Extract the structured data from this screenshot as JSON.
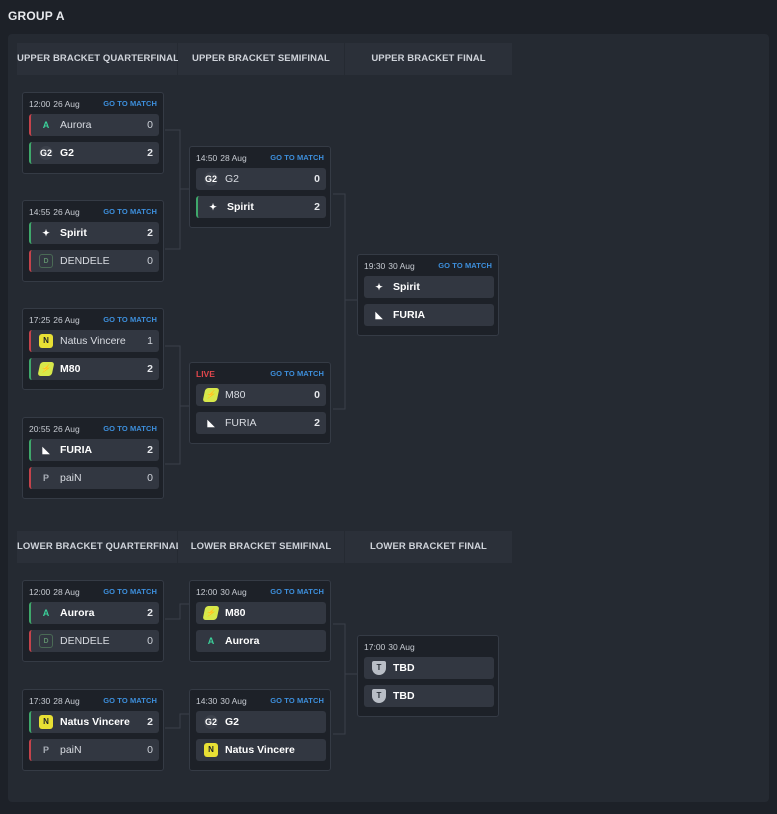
{
  "group_title": "GROUP A",
  "upper": {
    "headers": [
      "UPPER BRACKET QUARTERFINAL",
      "UPPER BRACKET SEMIFINAL",
      "UPPER BRACKET FINAL"
    ],
    "matches": [
      {
        "time": "12:00",
        "date": "26 Aug",
        "link": "GO TO MATCH",
        "t1": {
          "name": "Aurora",
          "score": "0",
          "logo": "A"
        },
        "t2": {
          "name": "G2",
          "score": "2",
          "logo": "G2"
        }
      },
      {
        "time": "14:55",
        "date": "26 Aug",
        "link": "GO TO MATCH",
        "t1": {
          "name": "Spirit",
          "score": "2",
          "logo": "✦"
        },
        "t2": {
          "name": "DENDELE",
          "score": "0",
          "logo": "D"
        }
      },
      {
        "time": "17:25",
        "date": "26 Aug",
        "link": "GO TO MATCH",
        "t1": {
          "name": "Natus Vincere",
          "score": "1",
          "logo": "N"
        },
        "t2": {
          "name": "M80",
          "score": "2",
          "logo": "⚡"
        }
      },
      {
        "time": "20:55",
        "date": "26 Aug",
        "link": "GO TO MATCH",
        "t1": {
          "name": "FURIA",
          "score": "2",
          "logo": "◣"
        },
        "t2": {
          "name": "paiN",
          "score": "0",
          "logo": "P"
        }
      },
      {
        "time": "14:50",
        "date": "28 Aug",
        "link": "GO TO MATCH",
        "t1": {
          "name": "G2",
          "score": "0",
          "logo": "G2"
        },
        "t2": {
          "name": "Spirit",
          "score": "2",
          "logo": "✦"
        }
      },
      {
        "live": "LIVE",
        "link": "GO TO MATCH",
        "t1": {
          "name": "M80",
          "score": "0",
          "logo": "⚡"
        },
        "t2": {
          "name": "FURIA",
          "score": "2",
          "logo": "◣"
        }
      },
      {
        "time": "19:30",
        "date": "30 Aug",
        "link": "GO TO MATCH",
        "t1": {
          "name": "Spirit",
          "score": "",
          "logo": "✦"
        },
        "t2": {
          "name": "FURIA",
          "score": "",
          "logo": "◣"
        }
      }
    ]
  },
  "lower": {
    "headers": [
      "LOWER BRACKET QUARTERFINAL",
      "LOWER BRACKET SEMIFINAL",
      "LOWER BRACKET FINAL"
    ],
    "matches": [
      {
        "time": "12:00",
        "date": "28 Aug",
        "link": "GO TO MATCH",
        "t1": {
          "name": "Aurora",
          "score": "2",
          "logo": "A"
        },
        "t2": {
          "name": "DENDELE",
          "score": "0",
          "logo": "D"
        }
      },
      {
        "time": "17:30",
        "date": "28 Aug",
        "link": "GO TO MATCH",
        "t1": {
          "name": "Natus Vincere",
          "score": "2",
          "logo": "N"
        },
        "t2": {
          "name": "paiN",
          "score": "0",
          "logo": "P"
        }
      },
      {
        "time": "12:00",
        "date": "30 Aug",
        "link": "GO TO MATCH",
        "t1": {
          "name": "M80",
          "score": "",
          "logo": "⚡"
        },
        "t2": {
          "name": "Aurora",
          "score": "",
          "logo": "A"
        }
      },
      {
        "time": "14:30",
        "date": "30 Aug",
        "link": "GO TO MATCH",
        "t1": {
          "name": "G2",
          "score": "",
          "logo": "G2"
        },
        "t2": {
          "name": "Natus Vincere",
          "score": "",
          "logo": "N"
        }
      },
      {
        "time": "17:00",
        "date": "30 Aug",
        "t1": {
          "name": "TBD",
          "score": "",
          "logo": "T"
        },
        "t2": {
          "name": "TBD",
          "score": "",
          "logo": "T"
        }
      }
    ]
  },
  "colors": {
    "win": "#3fa86b",
    "lose": "#c4434b",
    "link": "#3d8fdc",
    "live": "#e0474c"
  }
}
